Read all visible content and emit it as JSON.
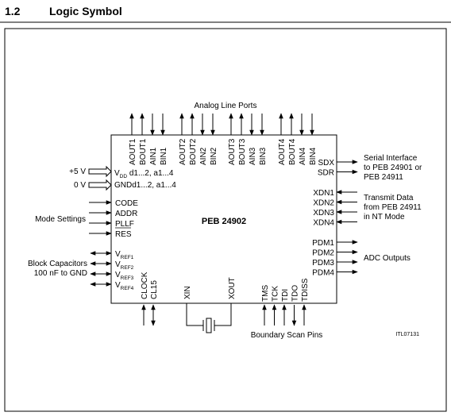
{
  "section": {
    "number": "1.2",
    "title": "Logic Symbol"
  },
  "chip": {
    "name": "PEB 24902"
  },
  "top": {
    "group_label": "Analog Line Ports",
    "pins": [
      "AOUT1",
      "BOUT1",
      "AIN1",
      "BIN1",
      "AOUT2",
      "BOUT2",
      "AIN2",
      "BIN2",
      "AOUT3",
      "BOUT3",
      "AIN3",
      "BIN3",
      "AOUT4",
      "BOUT4",
      "AIN4",
      "BIN4"
    ]
  },
  "left": {
    "supply": [
      {
        "value": "+5 V",
        "pin_main": "V",
        "pin_sub": "DD",
        "pin_rest": " d1...2, a1...4"
      },
      {
        "value": "0 V",
        "pin_main": "GND",
        "pin_sub": "",
        "pin_rest": "d1...2, a1...4"
      }
    ],
    "mode_label": "Mode Settings",
    "mode_pins": [
      "CODE",
      "ADDR",
      "PLLF",
      "RES"
    ],
    "ref_label_line1": "Block Capacitors",
    "ref_label_line2": "100  nF to GND",
    "ref_pins": [
      {
        "main": "V",
        "sub": "REF1"
      },
      {
        "main": "V",
        "sub": "REF2"
      },
      {
        "main": "V",
        "sub": "REF3"
      },
      {
        "main": "V",
        "sub": "REF4"
      }
    ]
  },
  "right": {
    "serial_pins": [
      "SDX",
      "SDR"
    ],
    "serial_label": [
      "Serial Interface",
      "to PEB 24901 or",
      "PEB 24911"
    ],
    "xdn_pins": [
      "XDN1",
      "XDN2",
      "XDN3",
      "XDN4"
    ],
    "xdn_label": [
      "Transmit Data",
      "from PEB 24911",
      "in NT Mode"
    ],
    "pdm_pins": [
      "PDM1",
      "PDM2",
      "PDM3",
      "PDM4"
    ],
    "pdm_label": "ADC Outputs"
  },
  "bottom": {
    "clock_pins": [
      "CLOCK",
      "CL15"
    ],
    "xtal_pins": [
      "XIN",
      "XOUT"
    ],
    "scan_pins": [
      "TMS",
      "TCK",
      "TDI",
      "TDO",
      "TDISS"
    ],
    "scan_label": "Boundary Scan Pins"
  },
  "figure_id": "ITL07131"
}
